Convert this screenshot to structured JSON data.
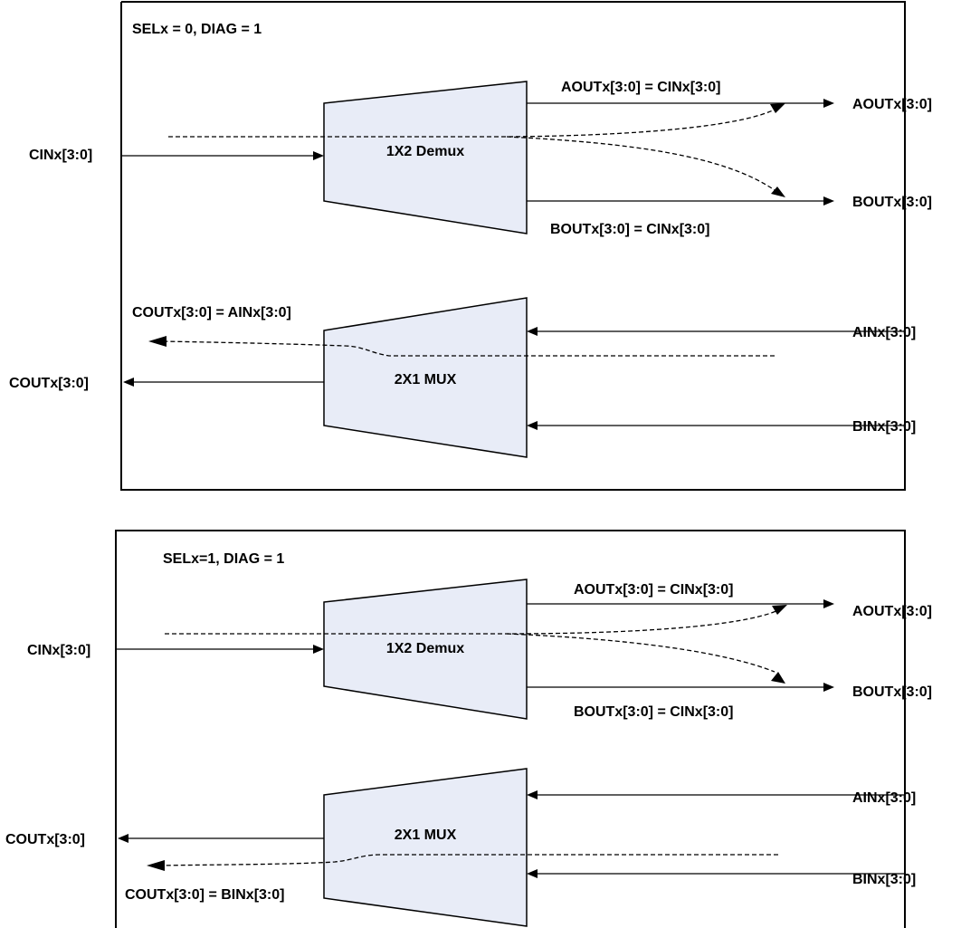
{
  "panels": [
    {
      "mode": "SELx = 0, DIAG = 1",
      "demux_label": "1X2 Demux",
      "mux_label": "2X1 MUX",
      "aout_eq": "AOUTx[3:0] = CINx[3:0]",
      "bout_eq": "BOUTx[3:0] = CINx[3:0]",
      "cout_eq": "COUTx[3:0] = AINx[3:0]",
      "ports": {
        "cin": "CINx[3:0]",
        "cout": "COUTx[3:0]",
        "aout": "AOUTx[3:0]",
        "bout": "BOUTx[3:0]",
        "ain": "AINx[3:0]",
        "bin": "BINx[3:0]"
      }
    },
    {
      "mode": "SELx=1, DIAG = 1",
      "demux_label": "1X2 Demux",
      "mux_label": "2X1 MUX",
      "aout_eq": "AOUTx[3:0] = CINx[3:0]",
      "bout_eq": "BOUTx[3:0] = CINx[3:0]",
      "cout_eq": "COUTx[3:0] = BINx[3:0]",
      "ports": {
        "cin": "CINx[3:0]",
        "cout": "COUTx[3:0]",
        "aout": "AOUTx[3:0]",
        "bout": "BOUTx[3:0]",
        "ain": "AINx[3:0]",
        "bin": "BINx[3:0]"
      }
    }
  ],
  "colors": {
    "block_fill": "#e8ecf7",
    "line": "#000000"
  }
}
